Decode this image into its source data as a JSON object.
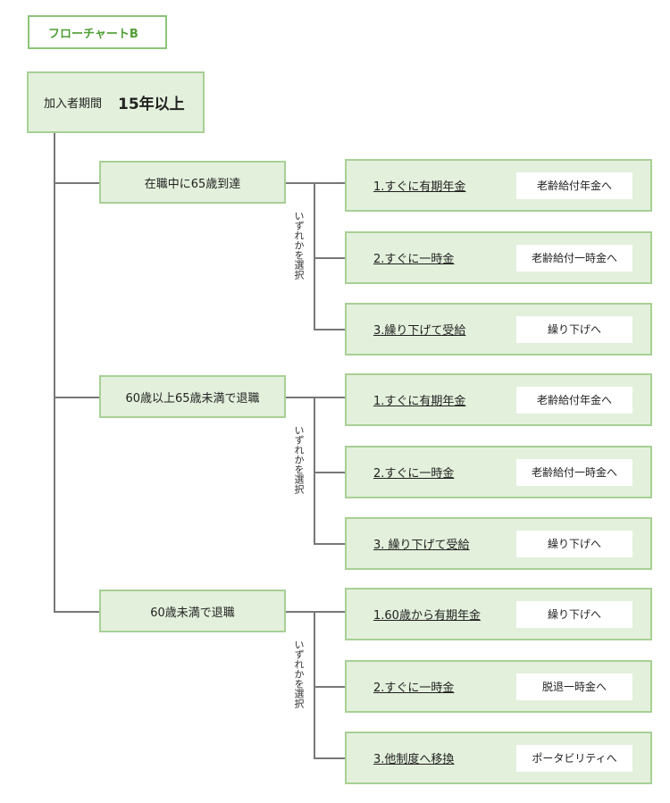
{
  "header": {
    "tag": "フローチャートB"
  },
  "root": {
    "label": "加入者期間",
    "value": "15年以上"
  },
  "choose_label": "いずれかを選択",
  "groups": [
    {
      "condition": "在職中に65歳到達",
      "options": [
        {
          "label": "1.すぐに有期年金",
          "dest": "老齢給付年金へ"
        },
        {
          "label": "2.すぐに一時金",
          "dest": "老齢給付一時金へ"
        },
        {
          "label": "3.繰り下げて受給",
          "dest": "繰り下げへ"
        }
      ]
    },
    {
      "condition": "60歳以上65歳未満で退職",
      "options": [
        {
          "label": "1.すぐに有期年金",
          "dest": "老齢給付年金へ"
        },
        {
          "label": "2.すぐに一時金",
          "dest": "老齢給付一時金へ"
        },
        {
          "label": "3. 繰り下げて受給",
          "dest": "繰り下げへ"
        }
      ]
    },
    {
      "condition": "60歳未満で退職",
      "options": [
        {
          "label": "1.60歳から有期年金",
          "dest": "繰り下げへ"
        },
        {
          "label": "2.すぐに一時金",
          "dest": "脱退一時金へ"
        },
        {
          "label": "3.他制度へ移換",
          "dest": "ポータビリティへ"
        }
      ]
    }
  ]
}
